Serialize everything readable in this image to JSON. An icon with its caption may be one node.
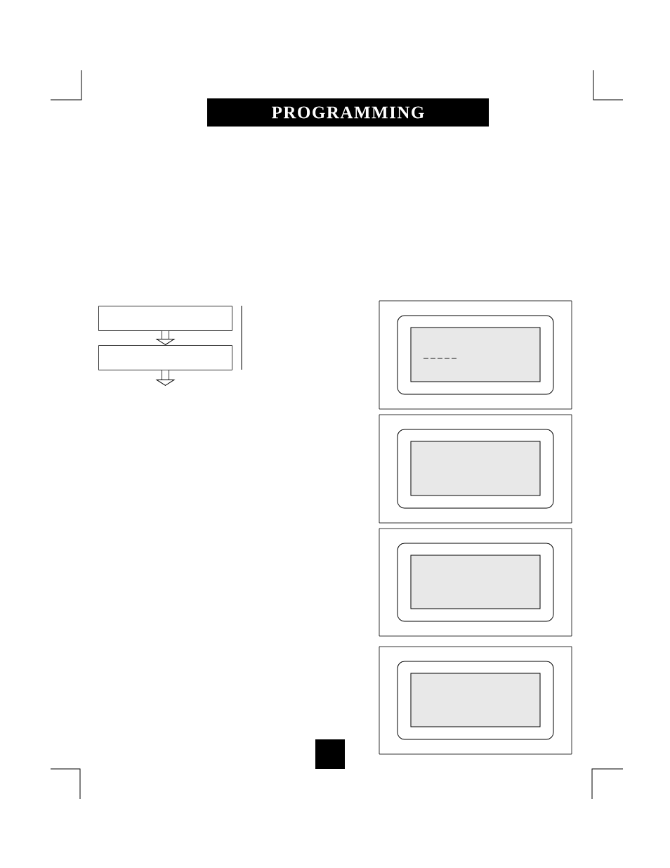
{
  "diagram": {
    "title": "PROGRAMMING",
    "nodes": [
      {
        "text": [],
        "shape": "box"
      },
      {
        "text": [],
        "shape": "box"
      }
    ],
    "edges": [
      {
        "from": 0,
        "to": 1,
        "arrow": "to"
      },
      {
        "from": 1,
        "to": null,
        "arrow": "to"
      }
    ]
  }
}
